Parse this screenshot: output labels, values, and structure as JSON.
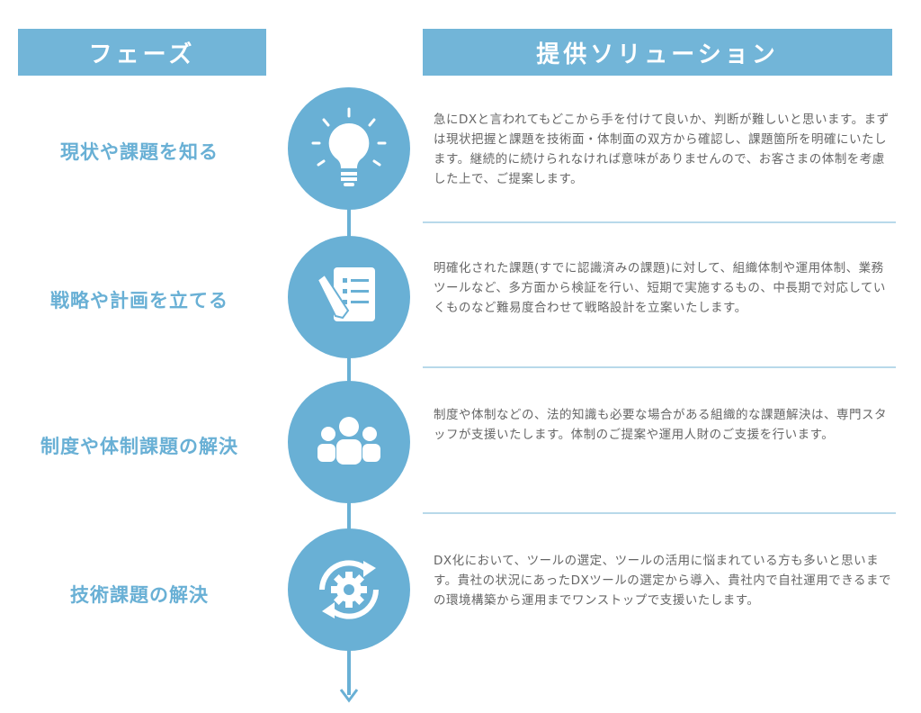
{
  "headers": {
    "phase": "フェーズ",
    "solution": "提供ソリューション"
  },
  "colors": {
    "accent": "#69b0d5",
    "header": "#72b5d8",
    "text": "#666666"
  },
  "steps": [
    {
      "label": "現状や課題を知る",
      "icon": "lightbulb-icon",
      "text": "急にDXと言われてもどこから手を付けて良いか、判断が難しいと思います。まずは現状把握と課題を技術面・体制面の双方から確認し、課題箇所を明確にいたします。継続的に続けられなければ意味がありませんので、お客さまの体制を考慮した上で、ご提案します。"
    },
    {
      "label": "戦略や計画を立てる",
      "icon": "document-pencil-icon",
      "text": "明確化された課題(すでに認識済みの課題)に対して、組織体制や運用体制、業務ツールなど、多方面から検証を行い、短期で実施するもの、中長期で対応していくものなど難易度合わせて戦略設計を立案いたします。"
    },
    {
      "label": "制度や体制課題の解決",
      "icon": "team-icon",
      "text": "制度や体制などの、法的知識も必要な場合がある組織的な課題解決は、専門スタッフが支援いたします。体制のご提案や運用人財のご支援を行います。"
    },
    {
      "label": "技術課題の解決",
      "icon": "gear-cycle-icon",
      "text": "DX化において、ツールの選定、ツールの活用に悩まれている方も多いと思います。貴社の状況にあったDXツールの選定から導入、貴社内で自社運用できるまでの環境構築から運用までワンストップで支援いたします。"
    }
  ]
}
